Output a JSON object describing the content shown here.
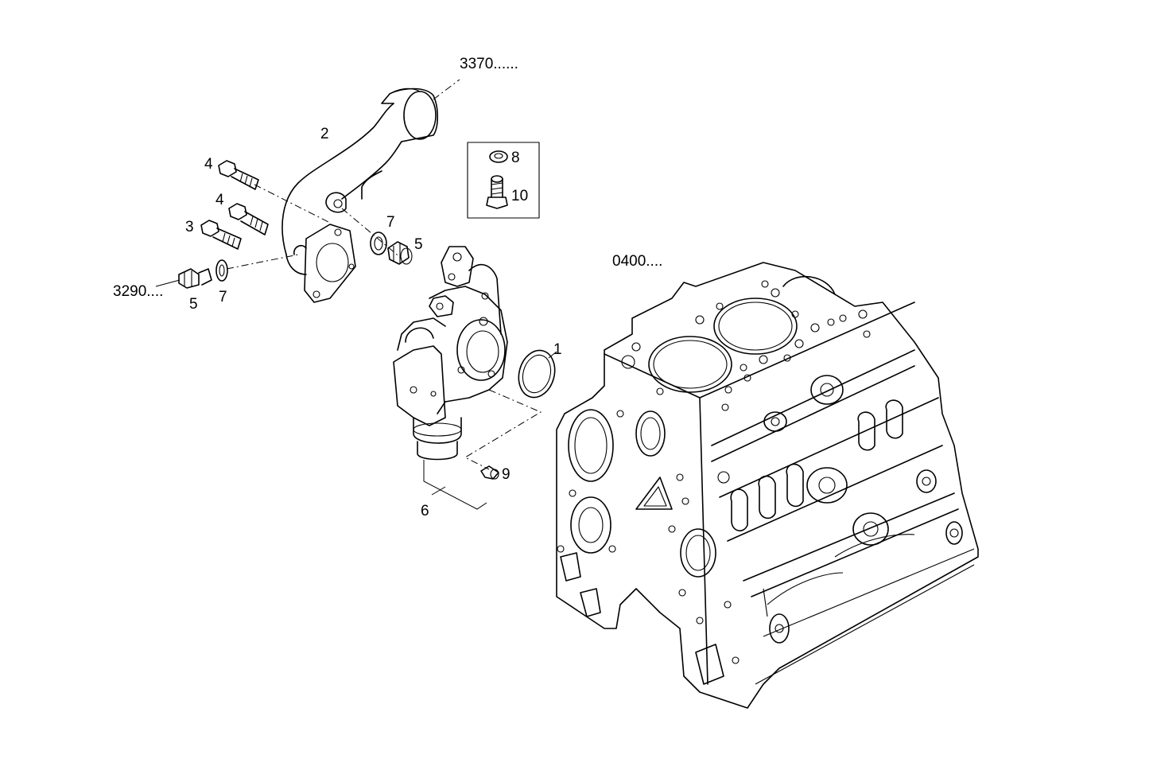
{
  "callouts": {
    "ref_3370": "3370......",
    "ref_3290": "3290....",
    "ref_0400": "0400....",
    "item_1": "1",
    "item_2": "2",
    "item_3": "3",
    "item_4a": "4",
    "item_4b": "4",
    "item_5a": "5",
    "item_5b": "5",
    "item_6": "6",
    "item_7a": "7",
    "item_7b": "7",
    "item_8": "8",
    "item_9": "9",
    "item_10": "10"
  }
}
